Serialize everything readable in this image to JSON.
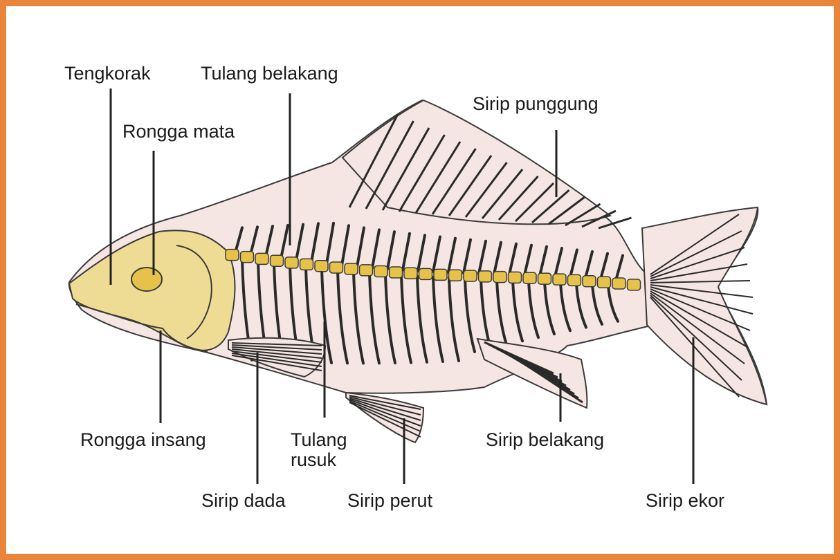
{
  "labels": {
    "tengkorak": "Tengkorak",
    "tulang_belakang": "Tulang belakang",
    "rongga_mata": "Rongga mata",
    "sirip_punggung": "Sirip punggung",
    "rongga_insang": "Rongga insang",
    "tulang_rusuk_line1": "Tulang",
    "tulang_rusuk_line2": "rusuk",
    "sirip_belakang": "Sirip belakang",
    "sirip_dada": "Sirip dada",
    "sirip_perut": "Sirip perut",
    "sirip_ekor": "Sirip ekor"
  },
  "colors": {
    "frame": "#e8853b",
    "body_fill": "#f5e6e3",
    "bone_fill": "#efdc94",
    "spine_fill": "#e6c24a",
    "ray_stroke": "#2a2a2a",
    "pointer": "#222222"
  }
}
